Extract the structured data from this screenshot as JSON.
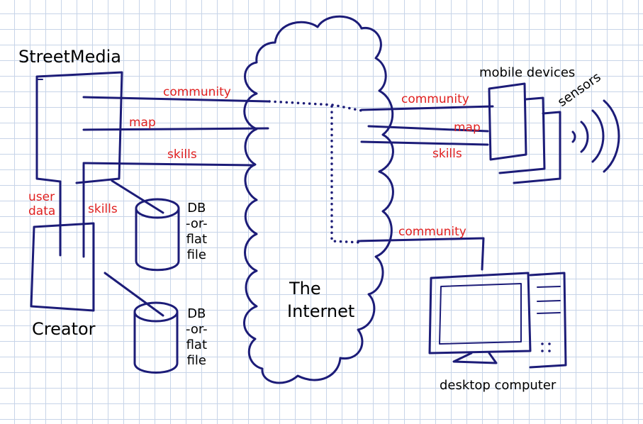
{
  "nodes": {
    "streetmedia": "StreetMedia",
    "creator": "Creator",
    "internet_line1": "The",
    "internet_line2": "Internet",
    "mobile": "mobile devices",
    "sensors": "sensors",
    "desktop": "desktop computer",
    "db1": [
      "DB",
      "-or-",
      "flat",
      "file"
    ],
    "db2": [
      "DB",
      "-or-",
      "flat",
      "file"
    ]
  },
  "links": {
    "sm_community": "community",
    "sm_map": "map",
    "sm_skills": "skills",
    "mob_community": "community",
    "mob_map": "map",
    "mob_skills": "skills",
    "desk_community": "community",
    "user_data_1": "user",
    "user_data_2": "data",
    "creator_skills": "skills"
  },
  "colors": {
    "ink": "#1c1c78",
    "label_red": "#e02020",
    "grid": "#c7d4e8"
  }
}
